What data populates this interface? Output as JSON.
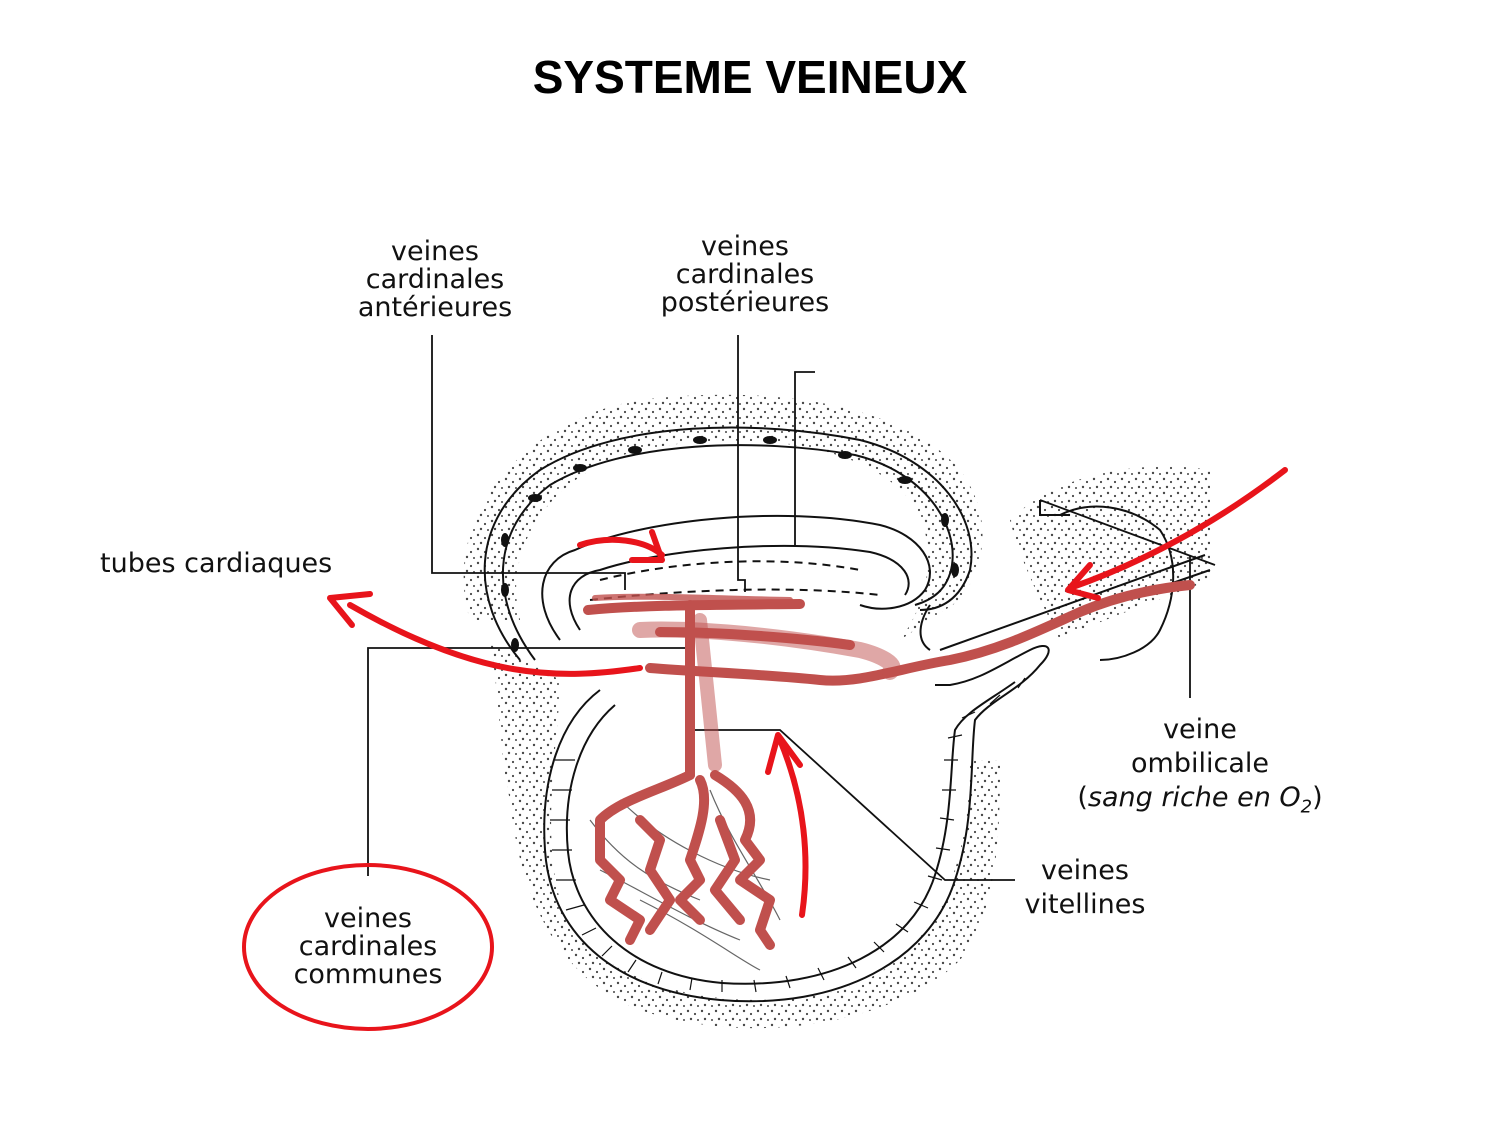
{
  "title": "SYSTEME VEINEUX",
  "labels": {
    "anterior": [
      "veines",
      "cardinales",
      "antérieures"
    ],
    "posterior": [
      "veines",
      "cardinales",
      "postérieures"
    ],
    "tubes": "tubes cardiaques",
    "umbilical": [
      "veine",
      "ombilicale"
    ],
    "umbilical_note": {
      "open": "(",
      "text": "sang riche en O",
      "sub": "2",
      "close": ")"
    },
    "vitelline": [
      "veines",
      "vitellines"
    ],
    "common": [
      "veines",
      "cardinales",
      "communes"
    ]
  },
  "colors": {
    "arrow": "#e8141b",
    "vessel": "#c0504d",
    "ink": "#111111"
  }
}
